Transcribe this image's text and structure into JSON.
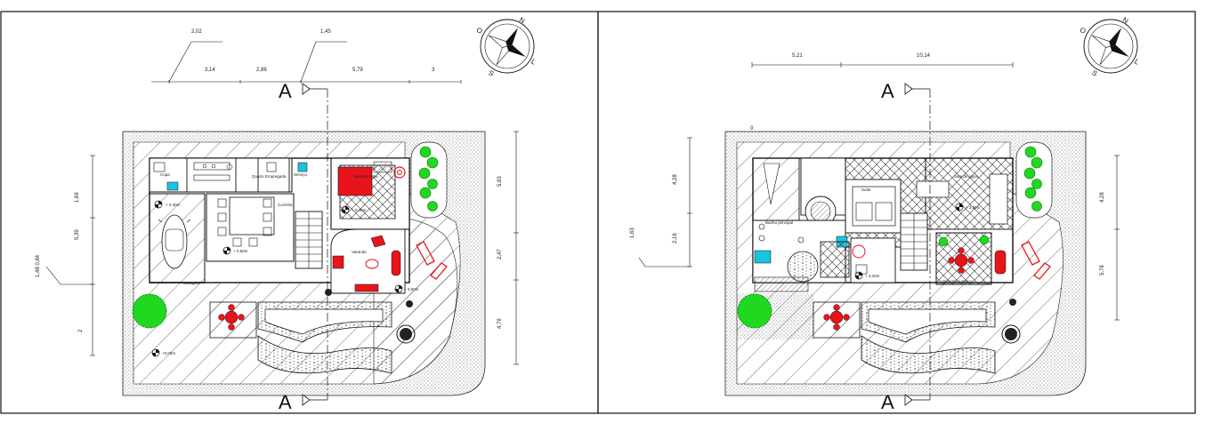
{
  "colors": {
    "red": "#e8141b",
    "green": "#1fd81f",
    "cyan": "#18c4e0",
    "line": "#222222"
  },
  "plan_left": {
    "top_dims_upper": [
      "2,02",
      "1,45"
    ],
    "top_dims_lower": [
      "3,14",
      "2,88",
      "5,79",
      "3"
    ],
    "right_dims": [
      "5,83",
      "2,47",
      "4,79"
    ],
    "left_dims": [
      "1,69",
      "5,39",
      "1,48 0,84",
      "2"
    ],
    "room_labels": {
      "sala_estar": "Sala de Estar",
      "varanda": "Varanda",
      "garagem": "Garagem",
      "quarto_empregada": "Quarto Empregada",
      "cozinha": "Cozinha",
      "area_servico": "Serviço",
      "copa": "Copa"
    },
    "levels": [
      "+ 0,40m",
      "+ 0,50m",
      "+ 0,40m",
      "+ 0,50m",
      "+0,00m"
    ],
    "section_label": "A",
    "compass": [
      "N",
      "L",
      "S",
      "O"
    ]
  },
  "plan_right": {
    "top_dims": [
      "5,21",
      "10,14"
    ],
    "left_dims": [
      "4,28",
      "2,16",
      "1,63"
    ],
    "right_dims": [
      "4,28",
      "5,78"
    ],
    "corner_label": "0",
    "room_labels": {
      "sala_jogos": "Sala de jogos",
      "banho_principal": "Banho principal",
      "varanda_superior": "Varanda superior",
      "suite": "Suíte"
    },
    "levels": [
      "+ 3,30m",
      "+ 3,20m"
    ],
    "section_label": "A",
    "compass": [
      "N",
      "L",
      "S",
      "O"
    ]
  }
}
